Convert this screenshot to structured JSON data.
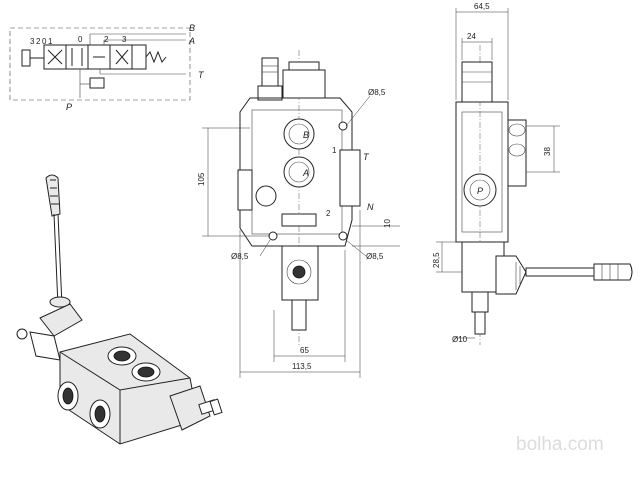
{
  "schematic": {
    "positions": [
      "3",
      "2",
      "0",
      "1",
      "0",
      "2",
      "3"
    ],
    "ports": {
      "b": "B",
      "a": "A",
      "t": "T",
      "p": "P"
    }
  },
  "front_view": {
    "dimensions": {
      "phi_top": "Ø8,5",
      "height": "105",
      "ten": "10",
      "phi_left": "Ø8,5",
      "phi_right": "Ø8,5",
      "width_inner": "65",
      "width_outer": "113,5"
    },
    "port_labels": {
      "b": "B",
      "a": "A",
      "t": "T",
      "n": "N",
      "one": "1",
      "two": "2"
    }
  },
  "side_view": {
    "dimensions": {
      "width_top": "64,5",
      "w24": "24",
      "h38": "38",
      "h28": "28,5",
      "phi_bottom": "Ø10"
    },
    "port_label": "P"
  },
  "watermark": "bolha.com"
}
